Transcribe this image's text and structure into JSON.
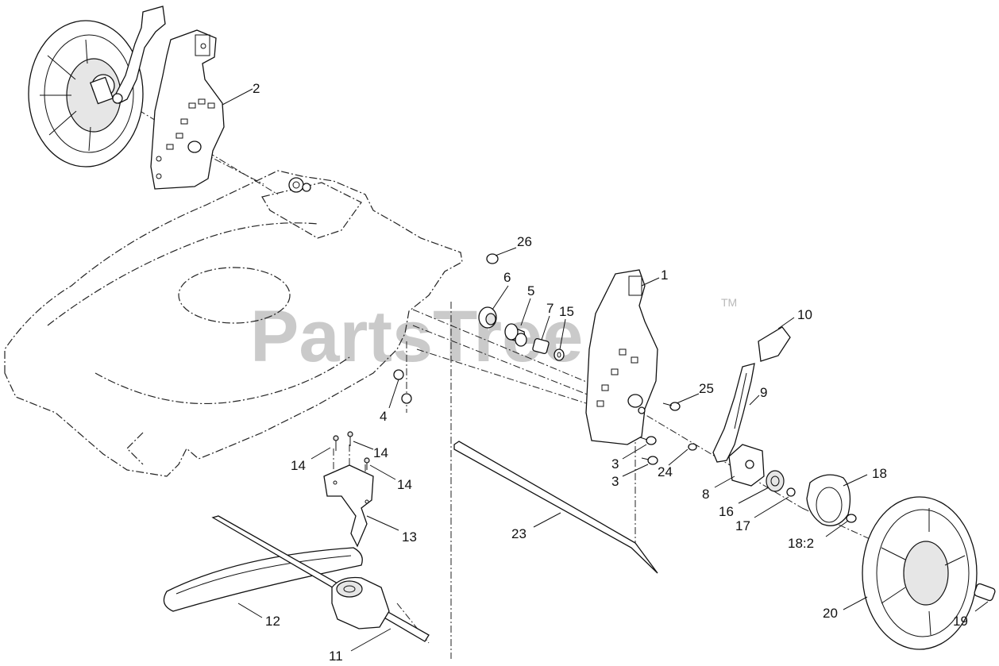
{
  "watermark": {
    "brand": "PartsTree",
    "mark": "TM"
  },
  "callouts": [
    {
      "id": "c-2",
      "text": "2"
    },
    {
      "id": "c-26",
      "text": "26"
    },
    {
      "id": "c-6",
      "text": "6"
    },
    {
      "id": "c-5",
      "text": "5"
    },
    {
      "id": "c-7",
      "text": "7"
    },
    {
      "id": "c-15",
      "text": "15"
    },
    {
      "id": "c-1",
      "text": "1"
    },
    {
      "id": "c-10",
      "text": "10"
    },
    {
      "id": "c-25",
      "text": "25"
    },
    {
      "id": "c-9",
      "text": "9"
    },
    {
      "id": "c-4",
      "text": "4"
    },
    {
      "id": "c-14a",
      "text": "14"
    },
    {
      "id": "c-14b",
      "text": "14"
    },
    {
      "id": "c-14c",
      "text": "14"
    },
    {
      "id": "c-3a",
      "text": "3"
    },
    {
      "id": "c-3b",
      "text": "3"
    },
    {
      "id": "c-24",
      "text": "24"
    },
    {
      "id": "c-8",
      "text": "8"
    },
    {
      "id": "c-16",
      "text": "16"
    },
    {
      "id": "c-17",
      "text": "17"
    },
    {
      "id": "c-18",
      "text": "18"
    },
    {
      "id": "c-18-2",
      "text": "18:2"
    },
    {
      "id": "c-13",
      "text": "13"
    },
    {
      "id": "c-23",
      "text": "23"
    },
    {
      "id": "c-12",
      "text": "12"
    },
    {
      "id": "c-11",
      "text": "11"
    },
    {
      "id": "c-20",
      "text": "20"
    },
    {
      "id": "c-19",
      "text": "19"
    }
  ]
}
